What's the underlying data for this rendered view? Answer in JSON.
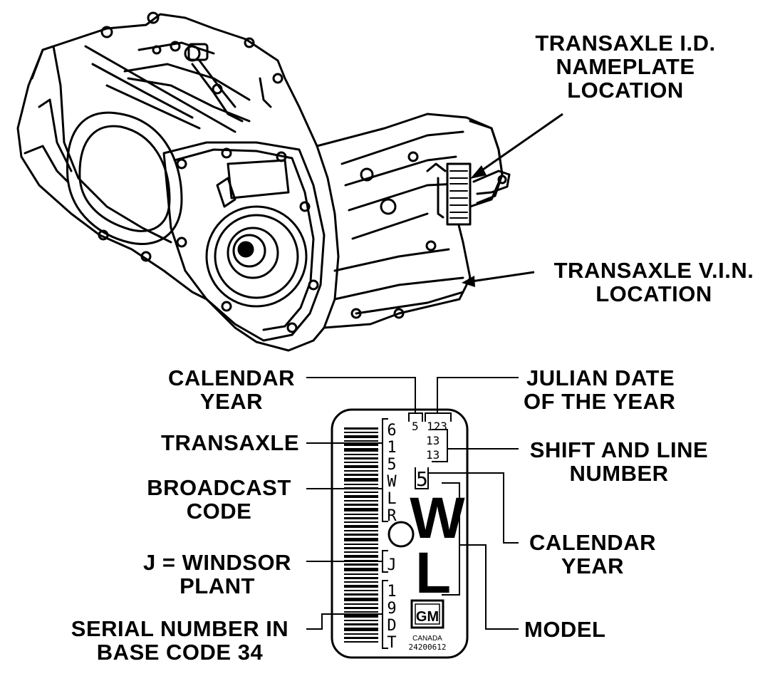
{
  "callouts": {
    "id_nameplate": [
      "TRANSAXLE I.D.",
      "NAMEPLATE",
      "LOCATION"
    ],
    "vin_location": [
      "TRANSAXLE V.I.N.",
      "LOCATION"
    ],
    "calendar_year_left": [
      "CALENDAR",
      "YEAR"
    ],
    "julian_date": [
      "JULIAN DATE",
      "OF THE YEAR"
    ],
    "transaxle": [
      "TRANSAXLE"
    ],
    "shift_line": [
      "SHIFT AND LINE",
      "NUMBER"
    ],
    "broadcast_code": [
      "BROADCAST",
      "CODE"
    ],
    "calendar_year_right": [
      "CALENDAR",
      "YEAR"
    ],
    "windsor_plant": [
      "J = WINDSOR",
      "PLANT"
    ],
    "model": [
      "MODEL"
    ],
    "serial_number": [
      "SERIAL NUMBER IN",
      "BASE CODE 34"
    ]
  },
  "plate": {
    "year_digit": "5",
    "julian": "123",
    "shift": "13",
    "line": "13",
    "year_digit_large": "5",
    "vertical_chars": [
      "6",
      "1",
      "5",
      "W",
      "L",
      "R"
    ],
    "plant_char": "J",
    "serial_chars": [
      "1",
      "9",
      "D",
      "T"
    ],
    "model_letters": [
      "W",
      "L"
    ],
    "brand": "GM",
    "country": "CANADA",
    "part_number": "24200612"
  }
}
